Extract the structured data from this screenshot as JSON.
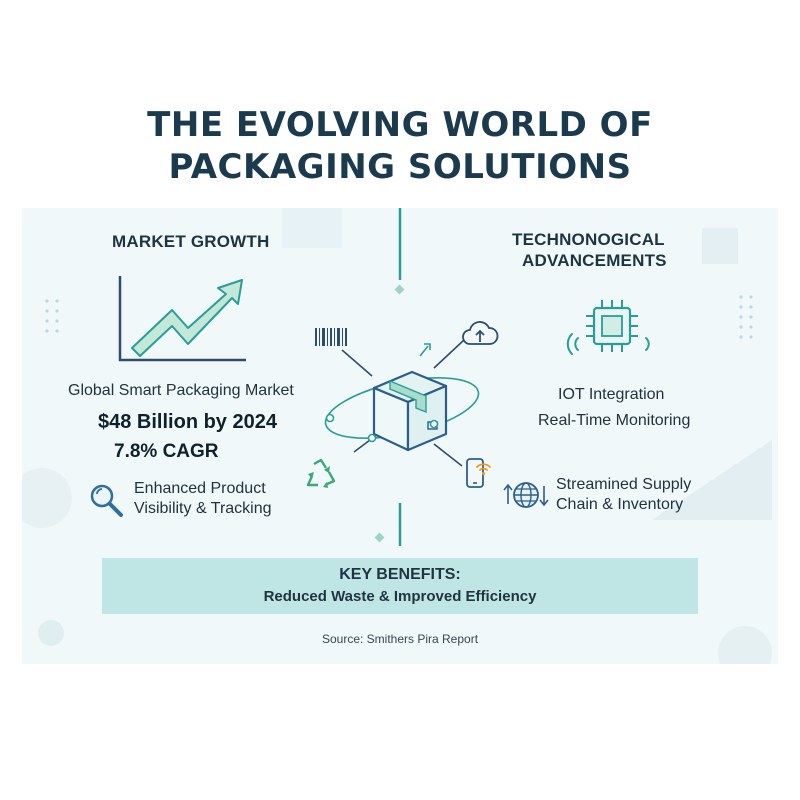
{
  "title": {
    "line1": "THE EVOLVING WORLD OF",
    "line2": "PACKAGING SOLUTIONS"
  },
  "market_growth": {
    "heading": "MARKET GROWTH",
    "label": "Global Smart Packaging Market",
    "value": "$48 Billion by 2024",
    "cagr": "7.8% CAGR",
    "feature_line1": "Enhanced Product",
    "feature_line2": "Visibility & Tracking"
  },
  "technology": {
    "heading_line1": "TECHNONOGICAL",
    "heading_line2": "ADVANCEMENTS",
    "item1": "IOT Integration",
    "item2": "Real-Time Monitoring",
    "feature_line1": "Streamined Supply",
    "feature_line2": "Chain & Inventory"
  },
  "benefits": {
    "heading": "KEY BENEFITS:",
    "text": "Reduced Waste & Improved Efficiency"
  },
  "source": "Source: Smithers Pira Report",
  "colors": {
    "title": "#1c3a4e",
    "teal": "#2a9d98",
    "navy": "#2c4d6e",
    "panel": "#f1f8fa",
    "benefits": "#bfe6e5",
    "arrow_fill": "#c3e8d8"
  },
  "icons": [
    "growth-arrow-icon",
    "package-box-icon",
    "barcode-icon",
    "cloud-upload-icon",
    "recycle-icon",
    "smartphone-wifi-icon",
    "microchip-icon",
    "search-icon",
    "globe-icon"
  ]
}
